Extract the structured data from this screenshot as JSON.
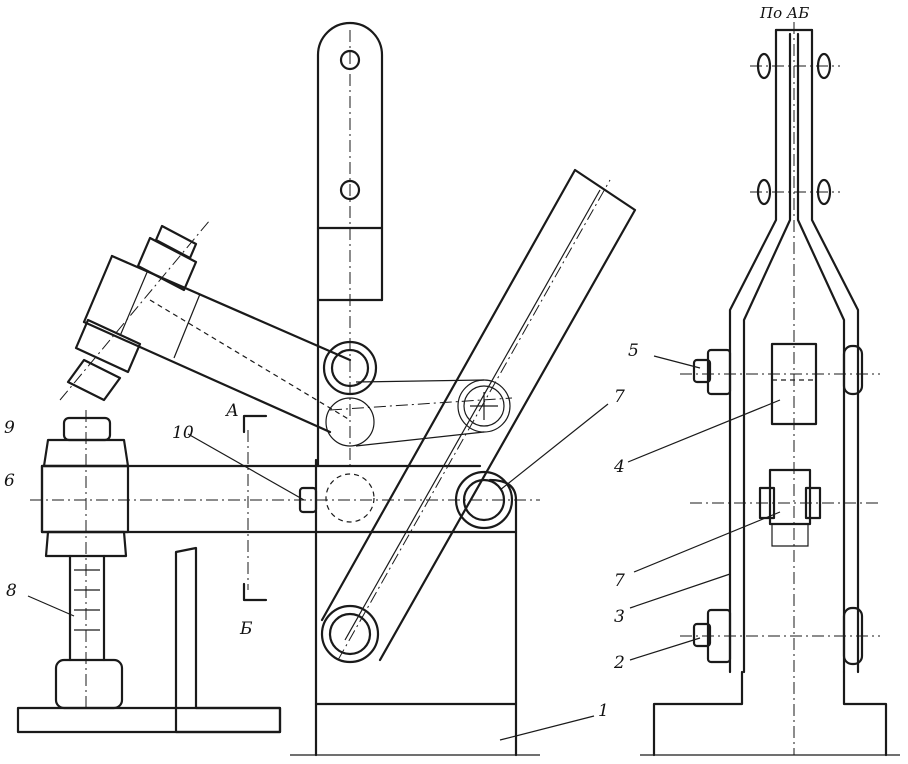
{
  "diagram": {
    "section_title": "По АБ",
    "section_marks": {
      "top": "А",
      "bottom": "Б"
    },
    "part_labels": {
      "p1": "1",
      "p2": "2",
      "p3": "3",
      "p4": "4",
      "p5": "5",
      "p6": "6",
      "p7_front": "7",
      "p7_side": "7",
      "p8": "8",
      "p9": "9",
      "p10": "10"
    }
  }
}
